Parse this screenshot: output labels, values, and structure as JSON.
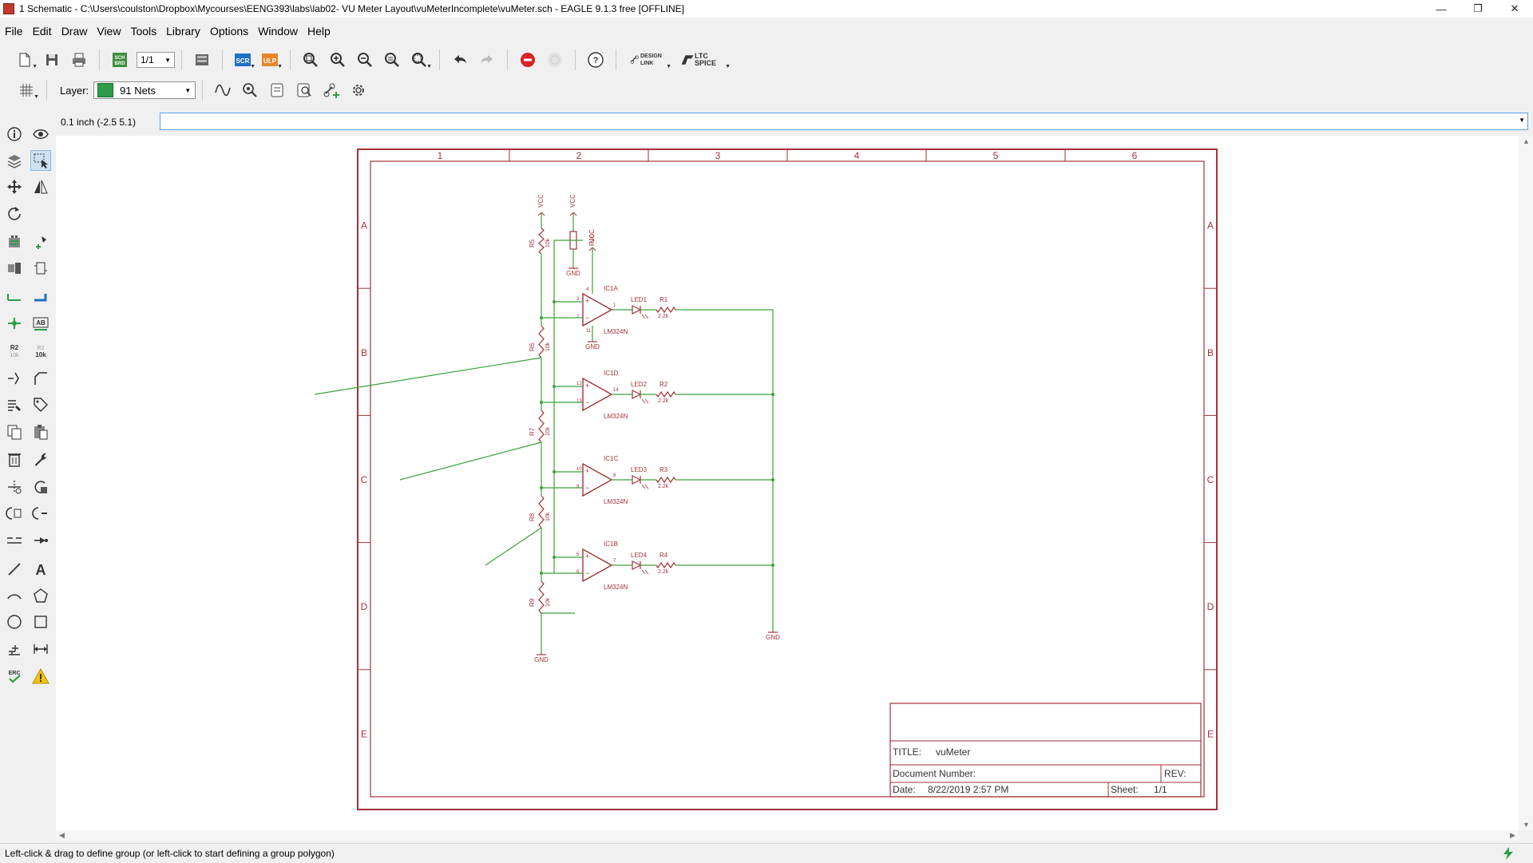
{
  "window": {
    "title": "1 Schematic - C:\\Users\\coulston\\Dropbox\\Mycourses\\EENG393\\labs\\lab02- VU Meter Layout\\vuMeterIncomplete\\vuMeter.sch - EAGLE 9.1.3 free [OFFLINE]",
    "buttons": {
      "minimize": "—",
      "restore": "❐",
      "close": "✕"
    }
  },
  "menu": [
    "File",
    "Edit",
    "Draw",
    "View",
    "Tools",
    "Library",
    "Options",
    "Window",
    "Help"
  ],
  "toolbar": {
    "sch_brd": "SCH BRD",
    "page_select": "1/1",
    "scr": "SCR",
    "ulp": "ULP",
    "help": "?",
    "design_link": "DESIGN LINK",
    "ltc_spice": "LTC SPICE"
  },
  "layer": {
    "label": "Layer:",
    "value": "91 Nets",
    "color": "#2e9c4a"
  },
  "command": {
    "coords": "0.1 inch (-2.5 5.1)",
    "value": ""
  },
  "status": {
    "text": "Left-click & drag to define group (or left-click to start defining a group polygon)"
  },
  "frame": {
    "columns": [
      "1",
      "2",
      "3",
      "4",
      "5",
      "6"
    ],
    "rows": [
      "A",
      "B",
      "C",
      "D",
      "E"
    ]
  },
  "title_block": {
    "title_label": "TITLE:",
    "title_value": "vuMeter",
    "docnum_label": "Document Number:",
    "rev_label": "REV:",
    "date_label": "Date:",
    "date_value": "8/22/2019 2:57 PM",
    "sheet_label": "Sheet:",
    "sheet_value": "1/1"
  },
  "schematic": {
    "supplies": [
      "VCC",
      "VCC",
      "VCC",
      "GND",
      "GND",
      "GND",
      "GND"
    ],
    "divider_resistors": [
      {
        "name": "R5",
        "value": "10k"
      },
      {
        "name": "R6",
        "value": "10k"
      },
      {
        "name": "R7",
        "value": "10k"
      },
      {
        "name": "R8",
        "value": "10k"
      },
      {
        "name": "R9",
        "value": "10k"
      }
    ],
    "pot": {
      "name": "R10"
    },
    "stages": [
      {
        "ic": "IC1A",
        "part": "LM324N",
        "pin_plus": "3",
        "pin_minus": "2",
        "pin_out": "1",
        "led": "LED1",
        "res": "R1",
        "res_value": "2.2k"
      },
      {
        "ic": "IC1D",
        "part": "LM324N",
        "pin_plus": "12",
        "pin_minus": "13",
        "pin_out": "14",
        "led": "LED2",
        "res": "R2",
        "res_value": "2.2k"
      },
      {
        "ic": "IC1C",
        "part": "LM324N",
        "pin_plus": "10",
        "pin_minus": "9",
        "pin_out": "8",
        "led": "LED3",
        "res": "R3",
        "res_value": "2.2k"
      },
      {
        "ic": "IC1B",
        "part": "LM324N",
        "pin_plus": "5",
        "pin_minus": "6",
        "pin_out": "7",
        "led": "LED4",
        "res": "R4",
        "res_value": "2.2k"
      }
    ],
    "power_pins": [
      "4",
      "11"
    ],
    "colors": {
      "frame": "#a3323a",
      "net": "#3aa13a",
      "part": "#a3323a"
    }
  }
}
